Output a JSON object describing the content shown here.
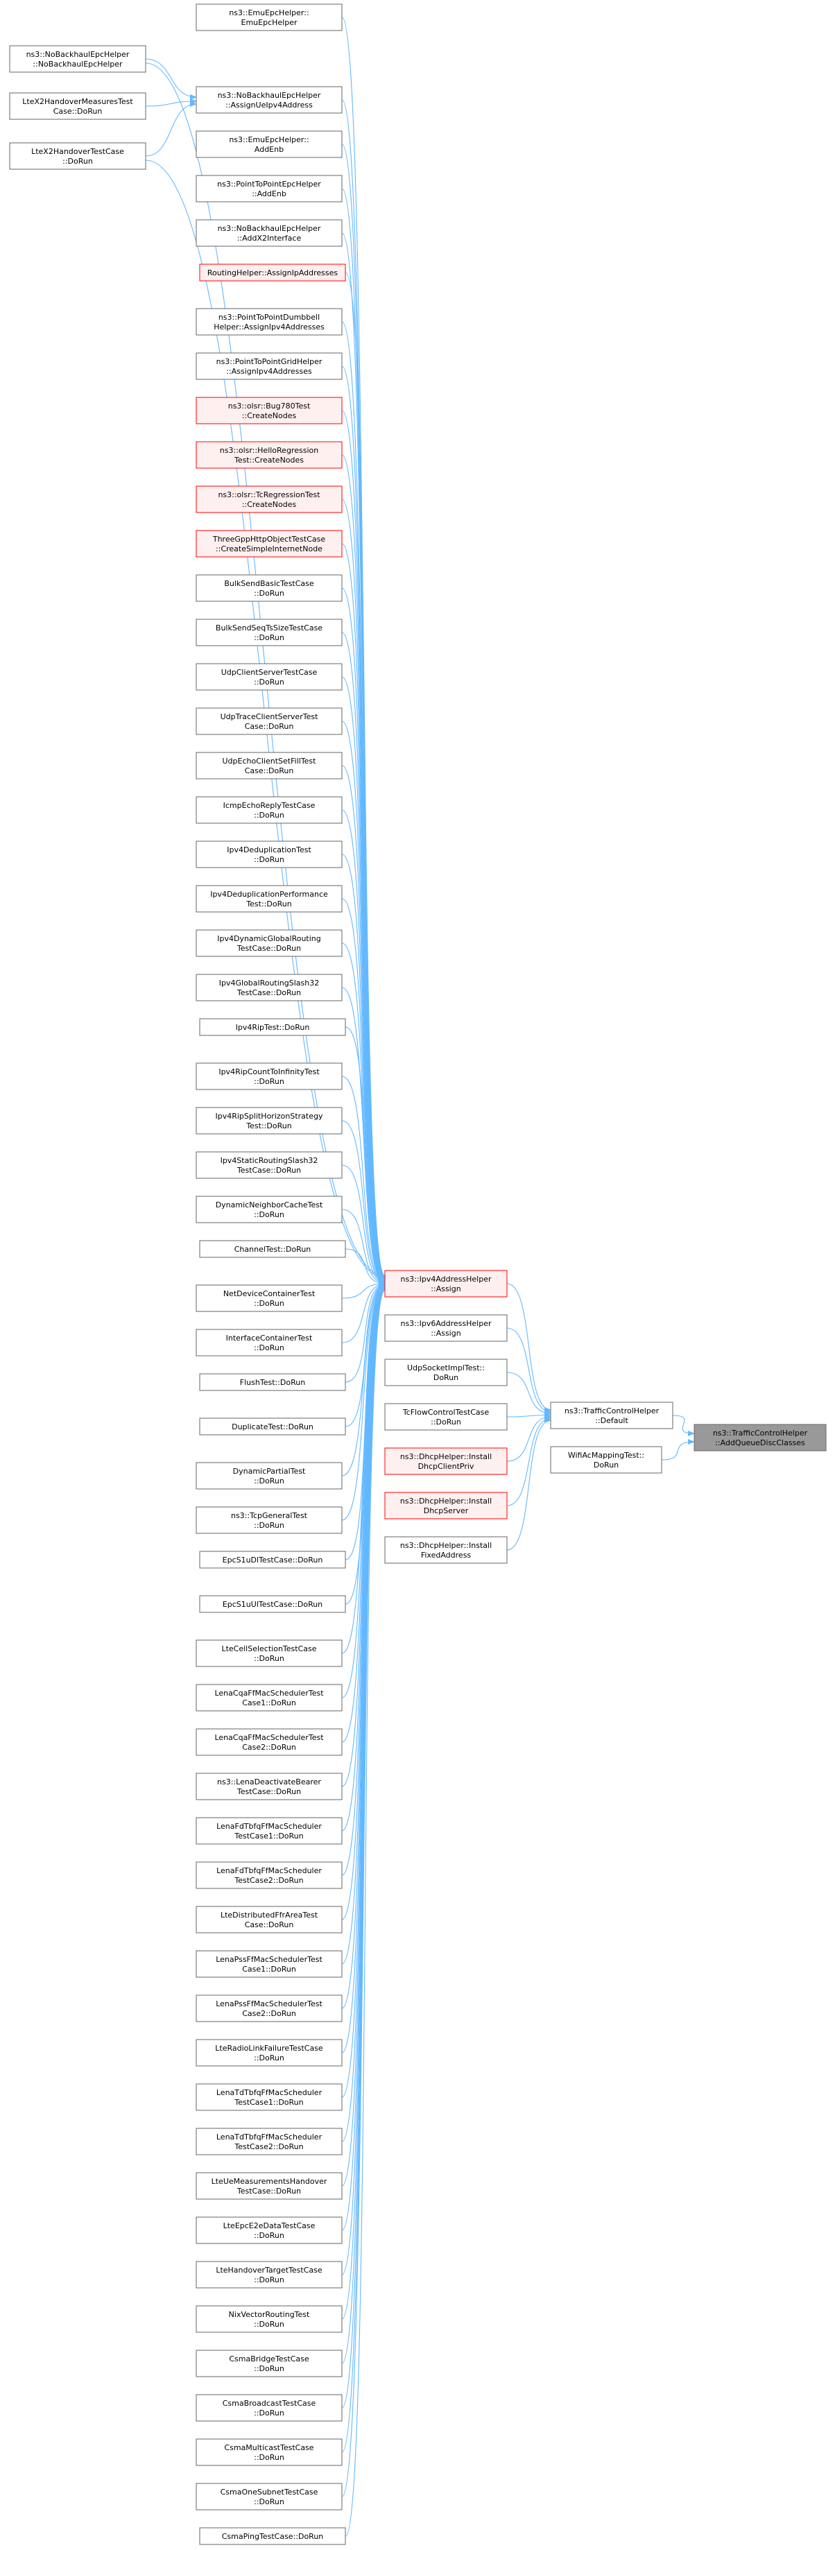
{
  "colors": {
    "edge": "#63b8ff",
    "box_border": "#666666",
    "box_border_red": "#ff0000",
    "box_fill": "#ffffff",
    "box_fill_highlight": "#fff0f0",
    "root_fill": "#999999",
    "text": "#000000"
  },
  "root": {
    "lines": [
      "ns3::TrafficControlHelper",
      "::AddQueueDiscClasses"
    ]
  },
  "level1": [
    {
      "id": "tch-default",
      "lines": [
        "ns3::TrafficControlHelper",
        "::Default"
      ]
    },
    {
      "id": "wifi-ac",
      "lines": [
        "WifiAcMappingTest::",
        "DoRun"
      ]
    }
  ],
  "level2": [
    {
      "id": "ipv4-assign",
      "lines": [
        "ns3::Ipv4AddressHelper",
        "::Assign"
      ],
      "red": true
    },
    {
      "id": "ipv6-assign",
      "lines": [
        "ns3::Ipv6AddressHelper",
        "::Assign"
      ]
    },
    {
      "id": "udp-socket",
      "lines": [
        "UdpSocketImplTest::",
        "DoRun"
      ]
    },
    {
      "id": "tc-flow",
      "lines": [
        "TcFlowControlTestCase",
        "::DoRun"
      ]
    },
    {
      "id": "dhcp-client",
      "lines": [
        "ns3::DhcpHelper::Install",
        "DhcpClientPriv"
      ],
      "red": true
    },
    {
      "id": "dhcp-server",
      "lines": [
        "ns3::DhcpHelper::Install",
        "DhcpServer"
      ],
      "red": true
    },
    {
      "id": "dhcp-fixed",
      "lines": [
        "ns3::DhcpHelper::Install",
        "FixedAddress"
      ]
    }
  ],
  "column": [
    {
      "lines": [
        "ns3::EmuEpcHelper::",
        "EmuEpcHelper"
      ]
    },
    {
      "lines": [
        "ns3::NoBackhaulEpcHelper",
        "::AssignUeIpv4Address"
      ]
    },
    {
      "lines": [
        "ns3::EmuEpcHelper::",
        "AddEnb"
      ]
    },
    {
      "lines": [
        "ns3::PointToPointEpcHelper",
        "::AddEnb"
      ]
    },
    {
      "lines": [
        "ns3::NoBackhaulEpcHelper",
        "::AddX2Interface"
      ]
    },
    {
      "lines": [
        "RoutingHelper::AssignIpAddresses"
      ],
      "red": true
    },
    {
      "lines": [
        "ns3::PointToPointDumbbell",
        "Helper::AssignIpv4Addresses"
      ]
    },
    {
      "lines": [
        "ns3::PointToPointGridHelper",
        "::AssignIpv4Addresses"
      ]
    },
    {
      "lines": [
        "ns3::olsr::Bug780Test",
        "::CreateNodes"
      ],
      "red": true
    },
    {
      "lines": [
        "ns3::olsr::HelloRegression",
        "Test::CreateNodes"
      ],
      "red": true
    },
    {
      "lines": [
        "ns3::olsr::TcRegressionTest",
        "::CreateNodes"
      ],
      "red": true
    },
    {
      "lines": [
        "ThreeGppHttpObjectTestCase",
        "::CreateSimpleInternetNode"
      ],
      "red": true
    },
    {
      "lines": [
        "BulkSendBasicTestCase",
        "::DoRun"
      ]
    },
    {
      "lines": [
        "BulkSendSeqTsSizeTestCase",
        "::DoRun"
      ]
    },
    {
      "lines": [
        "UdpClientServerTestCase",
        "::DoRun"
      ]
    },
    {
      "lines": [
        "UdpTraceClientServerTest",
        "Case::DoRun"
      ]
    },
    {
      "lines": [
        "UdpEchoClientSetFillTest",
        "Case::DoRun"
      ]
    },
    {
      "lines": [
        "IcmpEchoReplyTestCase",
        "::DoRun"
      ]
    },
    {
      "lines": [
        "Ipv4DeduplicationTest",
        "::DoRun"
      ]
    },
    {
      "lines": [
        "Ipv4DeduplicationPerformance",
        "Test::DoRun"
      ]
    },
    {
      "lines": [
        "Ipv4DynamicGlobalRouting",
        "TestCase::DoRun"
      ]
    },
    {
      "lines": [
        "Ipv4GlobalRoutingSlash32",
        "TestCase::DoRun"
      ]
    },
    {
      "lines": [
        "Ipv4RipTest::DoRun"
      ]
    },
    {
      "lines": [
        "Ipv4RipCountToInfinityTest",
        "::DoRun"
      ]
    },
    {
      "lines": [
        "Ipv4RipSplitHorizonStrategy",
        "Test::DoRun"
      ]
    },
    {
      "lines": [
        "Ipv4StaticRoutingSlash32",
        "TestCase::DoRun"
      ]
    },
    {
      "lines": [
        "DynamicNeighborCacheTest",
        "::DoRun"
      ]
    },
    {
      "lines": [
        "ChannelTest::DoRun"
      ]
    },
    {
      "lines": [
        "NetDeviceContainerTest",
        "::DoRun"
      ]
    },
    {
      "lines": [
        "InterfaceContainerTest",
        "::DoRun"
      ]
    },
    {
      "lines": [
        "FlushTest::DoRun"
      ]
    },
    {
      "lines": [
        "DuplicateTest::DoRun"
      ]
    },
    {
      "lines": [
        "DynamicPartialTest",
        "::DoRun"
      ]
    },
    {
      "lines": [
        "ns3::TcpGeneralTest",
        "::DoRun"
      ]
    },
    {
      "lines": [
        "EpcS1uDlTestCase::DoRun"
      ]
    },
    {
      "lines": [
        "EpcS1uUlTestCase::DoRun"
      ]
    },
    {
      "lines": [
        "LteCellSelectionTestCase",
        "::DoRun"
      ]
    },
    {
      "lines": [
        "LenaCqaFfMacSchedulerTest",
        "Case1::DoRun"
      ]
    },
    {
      "lines": [
        "LenaCqaFfMacSchedulerTest",
        "Case2::DoRun"
      ]
    },
    {
      "lines": [
        "ns3::LenaDeactivateBearer",
        "TestCase::DoRun"
      ]
    },
    {
      "lines": [
        "LenaFdTbfqFfMacScheduler",
        "TestCase1::DoRun"
      ]
    },
    {
      "lines": [
        "LenaFdTbfqFfMacScheduler",
        "TestCase2::DoRun"
      ]
    },
    {
      "lines": [
        "LteDistributedFfrAreaTest",
        "Case::DoRun"
      ]
    },
    {
      "lines": [
        "LenaPssFfMacSchedulerTest",
        "Case1::DoRun"
      ]
    },
    {
      "lines": [
        "LenaPssFfMacSchedulerTest",
        "Case2::DoRun"
      ]
    },
    {
      "lines": [
        "LteRadioLinkFailureTestCase",
        "::DoRun"
      ]
    },
    {
      "lines": [
        "LenaTdTbfqFfMacScheduler",
        "TestCase1::DoRun"
      ]
    },
    {
      "lines": [
        "LenaTdTbfqFfMacScheduler",
        "TestCase2::DoRun"
      ]
    },
    {
      "lines": [
        "LteUeMeasurementsHandover",
        "TestCase::DoRun"
      ]
    },
    {
      "lines": [
        "LteEpcE2eDataTestCase",
        "::DoRun"
      ]
    },
    {
      "lines": [
        "LteHandoverTargetTestCase",
        "::DoRun"
      ]
    },
    {
      "lines": [
        "NixVectorRoutingTest",
        "::DoRun"
      ]
    },
    {
      "lines": [
        "CsmaBridgeTestCase",
        "::DoRun"
      ]
    },
    {
      "lines": [
        "CsmaBroadcastTestCase",
        "::DoRun"
      ]
    },
    {
      "lines": [
        "CsmaMulticastTestCase",
        "::DoRun"
      ]
    },
    {
      "lines": [
        "CsmaOneSubnetTestCase",
        "::DoRun"
      ]
    },
    {
      "lines": [
        "CsmaPingTestCase::DoRun"
      ]
    }
  ],
  "far_left": [
    {
      "id": "nbh-ctor",
      "lines": [
        "ns3::NoBackhaulEpcHelper",
        "::NoBackhaulEpcHelper"
      ]
    },
    {
      "id": "x2-meas",
      "lines": [
        "LteX2HandoverMeasuresTest",
        "Case::DoRun"
      ]
    },
    {
      "id": "x2-handover",
      "lines": [
        "LteX2HandoverTestCase",
        "::DoRun"
      ]
    }
  ]
}
